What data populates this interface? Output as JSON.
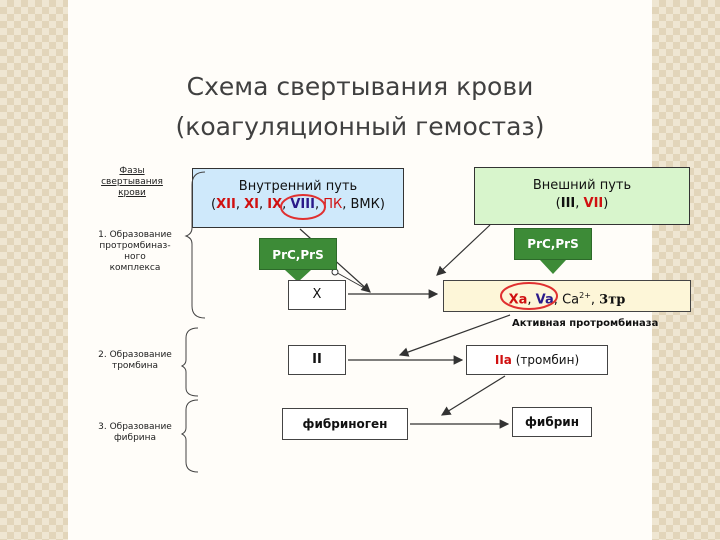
{
  "title_line1": "Схема свертывания крови",
  "title_line2": "(коагуляционный гемостаз)",
  "phases": {
    "header": [
      "Фазы",
      "свертывания",
      "крови"
    ],
    "phase1": [
      "1. Образование",
      "протромбиназ-",
      "ного",
      "комплекса"
    ],
    "phase2": [
      "2. Образование",
      "тромбина"
    ],
    "phase3": [
      "3. Образование",
      "фибрина"
    ]
  },
  "intrinsic": {
    "title": "Внутренний путь",
    "open": "(",
    "f12": "XII",
    "f11": "XI",
    "f9": "IX",
    "f8": "VIII",
    "pk": "ПК",
    "vmk": "ВМК",
    "close": ")",
    "sep": ", "
  },
  "extrinsic": {
    "title": "Внешний путь",
    "open": "(",
    "f3": "III",
    "f7": "VII",
    "close": ")",
    "sep": ", "
  },
  "prc_left": "PrC,PrS",
  "prc_right": "PrC,PrS",
  "box_x": "X",
  "box_xa": {
    "xa": "Xa",
    "va": "Va",
    "ca": "Ca",
    "ca_sup": "2+",
    "tr": "3тр",
    "sep": ", "
  },
  "active_label": "Активная протромбиназа",
  "box_ii": "II",
  "box_iia": {
    "iia": "IIa",
    "thrombin": "(тромбин)"
  },
  "box_fibrinogen": "фибриноген",
  "box_fibrin": "фибрин",
  "colors": {
    "accent_red": "#d01010",
    "factor_purple": "#2a1a8a",
    "prc_green": "#3d8b37",
    "intrinsic_bg": "#cfe9fb",
    "extrinsic_bg": "#d8f5cc",
    "xa_bg": "#fdf6d8"
  }
}
